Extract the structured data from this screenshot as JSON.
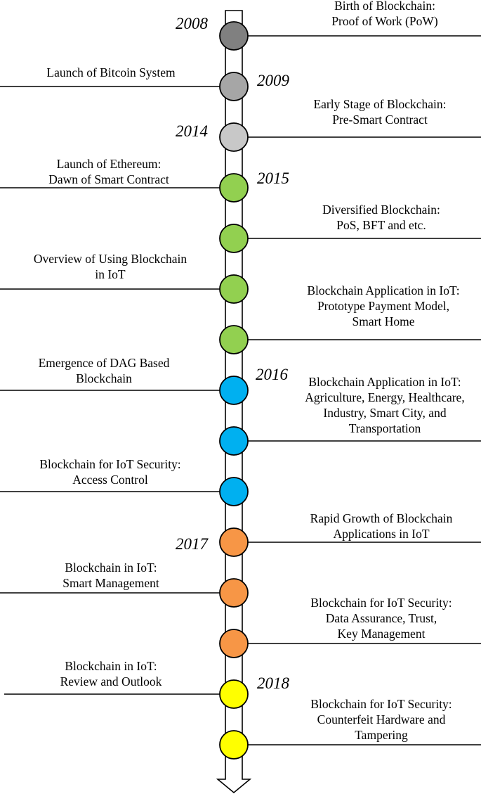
{
  "colors": {
    "c2008": "#808080",
    "c2009": "#a6a6a6",
    "c2014": "#c8c8c8",
    "c2015": "#92d050",
    "c2016": "#00b0f0",
    "c2017": "#f79646",
    "c2018": "#ffff00"
  },
  "years": {
    "y2008": "2008",
    "y2009": "2009",
    "y2014": "2014",
    "y2015": "2015",
    "y2016": "2016",
    "y2017": "2017",
    "y2018": "2018"
  },
  "events": [
    {
      "side": "right",
      "color": "c2008",
      "lines": [
        "Birth of Blockchain:",
        "Proof of Work (PoW)"
      ]
    },
    {
      "side": "left",
      "color": "c2009",
      "lines": [
        "Launch of Bitcoin System"
      ]
    },
    {
      "side": "right",
      "color": "c2014",
      "lines": [
        "Early Stage of Blockchain:",
        "Pre-Smart Contract"
      ]
    },
    {
      "side": "left",
      "color": "c2015",
      "lines": [
        "Launch of Ethereum:",
        "Dawn of Smart Contract"
      ]
    },
    {
      "side": "right",
      "color": "c2015",
      "lines": [
        "Diversified Blockchain:",
        "PoS, BFT and etc."
      ]
    },
    {
      "side": "left",
      "color": "c2015",
      "lines": [
        "Overview of Using Blockchain",
        "in IoT"
      ]
    },
    {
      "side": "right",
      "color": "c2015",
      "lines": [
        "Blockchain Application in IoT:",
        "Prototype Payment Model,",
        "Smart Home"
      ]
    },
    {
      "side": "left",
      "color": "c2016",
      "lines": [
        "Emergence  of DAG Based",
        "Blockchain"
      ]
    },
    {
      "side": "right",
      "color": "c2016",
      "lines": [
        "Blockchain Application in IoT:",
        "Agriculture, Energy, Healthcare,",
        "Industry, Smart City, and",
        "Transportation"
      ]
    },
    {
      "side": "left",
      "color": "c2016",
      "lines": [
        "Blockchain for IoT Security:",
        "Access Control"
      ]
    },
    {
      "side": "right",
      "color": "c2017",
      "lines": [
        "Rapid Growth of Blockchain",
        "Applications in IoT"
      ]
    },
    {
      "side": "left",
      "color": "c2017",
      "lines": [
        "Blockchain in IoT:",
        "Smart Management"
      ]
    },
    {
      "side": "right",
      "color": "c2017",
      "lines": [
        "Blockchain for IoT Security:",
        "Data Assurance, Trust,",
        "Key Management"
      ]
    },
    {
      "side": "left",
      "color": "c2018",
      "lines": [
        "Blockchain in IoT:",
        "Review and Outlook"
      ]
    },
    {
      "side": "right",
      "color": "c2018",
      "lines": [
        "Blockchain for IoT Security:",
        "Counterfeit Hardware and",
        "Tampering"
      ]
    }
  ]
}
